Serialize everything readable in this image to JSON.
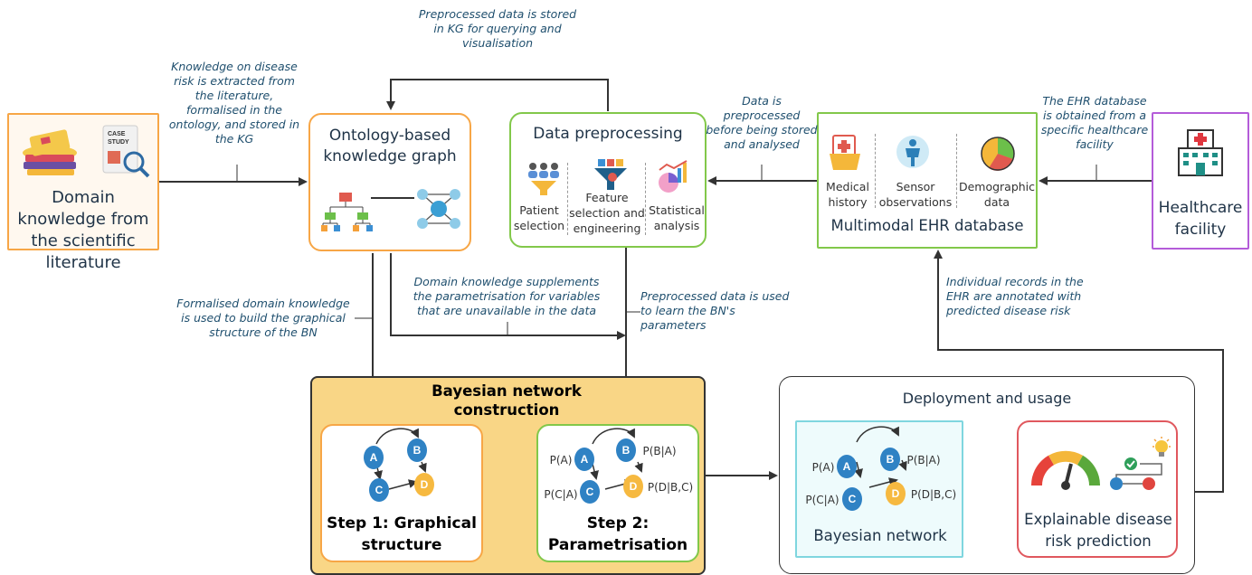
{
  "colors": {
    "orange": "#f7a646",
    "green": "#82c84a",
    "purple": "#b45cd9",
    "cyan": "#7fd6df",
    "red": "#e0585e",
    "bn_fill": "#f9d686",
    "node_blue": "#2f82c4",
    "node_yellow": "#f6b940",
    "arrow": "#333333"
  },
  "icons": [
    "books-icon",
    "case-study-icon",
    "hierarchy-icon",
    "network-icon",
    "patients-icon",
    "funnel-icon",
    "chart-icon",
    "medical-folder-icon",
    "body-scan-icon",
    "pie-chart-icon",
    "hospital-icon",
    "gauge-icon",
    "checklist-icon",
    "lightbulb-icon"
  ],
  "boxes": {
    "domain": "Domain knowledge from the scientific literature",
    "kg": "Ontology-based knowledge graph",
    "preprocessing": {
      "title": "Data preprocessing",
      "items": [
        "Patient selection",
        "Feature selection and engineering",
        "Statistical analysis"
      ]
    },
    "ehr": {
      "title": "Multimodal EHR database",
      "items": [
        "Medical history",
        "Sensor observations",
        "Demographic data"
      ]
    },
    "healthcare": "Healthcare facility",
    "bn_construction": {
      "title": "Bayesian network construction",
      "step1": "Step 1: Graphical structure",
      "step2": "Step 2: Parametrisation"
    },
    "deployment": {
      "title": "Deployment and usage",
      "bn": "Bayesian network",
      "prediction": "Explainable disease risk prediction"
    }
  },
  "annotations": {
    "kg_store": "Preprocessed data is stored in KG for querying and visualisation",
    "literature": "Knowledge on disease risk is extracted from the literature, formalised in the ontology, and stored in the KG",
    "preprocess_store": "Data is preprocessed before being stored and analysed",
    "ehr_source": "The EHR database is obtained from a specific healthcare facility",
    "structure": "Formalised domain knowledge is used to build the graphical structure of the BN",
    "supplement": "Domain knowledge supplements the parametrisation for variables that are unavailable in the data",
    "learn": "Preprocessed data is used to learn the BN's parameters",
    "annotate": "Individual records in the EHR are annotated with predicted disease risk"
  },
  "nodes": {
    "a": "A",
    "b": "B",
    "c": "C",
    "d": "D"
  },
  "probs": {
    "pa": "P(A)",
    "pba": "P(B|A)",
    "pca": "P(C|A)",
    "pdbc": "P(D|B,C)"
  }
}
